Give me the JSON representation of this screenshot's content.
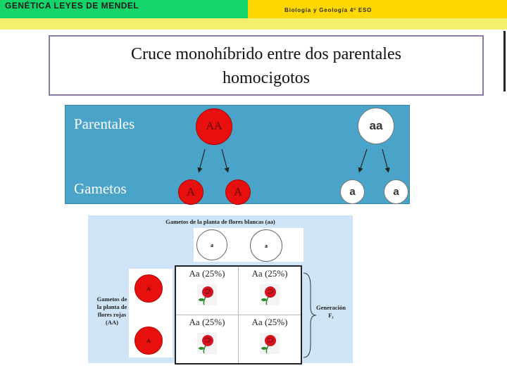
{
  "header": {
    "left_title": "GENÉTICA LEYES DE MENDEL",
    "right_subtitle": "Biología y Geología 4º ESO"
  },
  "title": {
    "line1": "Cruce monohíbrido entre dos parentales",
    "line2": "homocigotos"
  },
  "diagram1": {
    "parentales_label": "Parentales",
    "gametos_label": "Gametos",
    "parent_red": "AA",
    "parent_white": "aa",
    "gametes_red": [
      "A",
      "A"
    ],
    "gametes_white": [
      "a",
      "a"
    ]
  },
  "diagram2": {
    "header": "Gametos de la planta de flores blancas (aa)",
    "top_gametes": [
      "a",
      "a"
    ],
    "left_gametes": [
      "A",
      "A"
    ],
    "left_label_lines": [
      "Gametos de",
      "la planta de",
      "flores rojas",
      "(AA)"
    ],
    "cells": [
      "Aa (25%)",
      "Aa (25%)",
      "Aa (25%)",
      "Aa (25%)"
    ],
    "generation_label_lines": [
      "Generación",
      "F₁"
    ]
  },
  "colors": {
    "header_green": "#14d46a",
    "header_yellow": "#ffd800",
    "panel_blue": "#4aa3c9",
    "red_gamete": "#e8100f"
  }
}
